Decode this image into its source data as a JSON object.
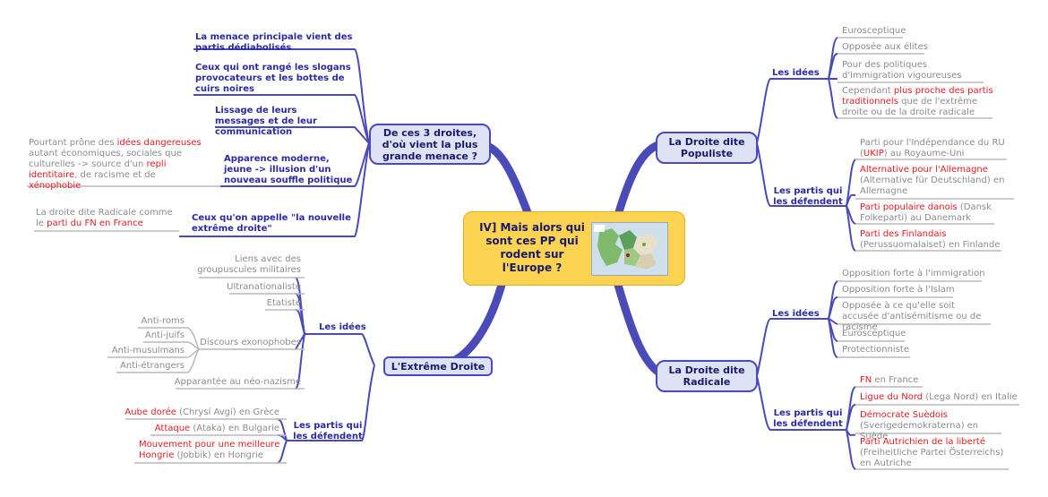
{
  "central": {
    "title": "IV] Mais alors qui sont ces PP qui rodent sur l'Europe ?",
    "image": "europe-map"
  },
  "populiste": {
    "node": "La Droite dite Populiste",
    "idees_label": "Les idées",
    "idees": [
      "Eurosceptique",
      "Opposée aux élites",
      "Pour des politiques",
      "d'immigration vigoureuses"
    ],
    "idee_cependant": {
      "prefix": "Cependant ",
      "red": "plus proche des partis traditionnels",
      "suffix": " que de l'extrême droite ou de la droite radicale"
    },
    "partis_label": "Les partis qui les défendent",
    "partis": [
      {
        "prefix": "Parti pour l'Indépendance du RU (",
        "red": "UKIP",
        "suffix": ") au Royaume-Uni"
      },
      {
        "prefix": "",
        "red": "Alternative pour l'Allemagne",
        "suffix": " (Alternative für Deutschland) en Allemagne"
      },
      {
        "prefix": "",
        "red": "Parti populaire danois",
        "suffix": " (Dansk Folkeparti) au Danemark"
      },
      {
        "prefix": "",
        "red": "Parti des Finlandais",
        "suffix": " (Perussuomalaiset) en Finlande"
      }
    ]
  },
  "radicale": {
    "node": "La Droite dite Radicale",
    "idees_label": "Les idées",
    "idees": [
      "Opposition forte à l'immigration",
      "Opposition forte à l'Islam",
      "Opposée à ce qu'elle soit accusée d'antisémitisme ou de racisme",
      "Eurosceptique",
      "Protectionniste"
    ],
    "partis_label": "Les partis qui les défendent",
    "partis": [
      {
        "red": "FN",
        "suffix": " en France"
      },
      {
        "red": "Ligue du Nord",
        "suffix": " (Lega Nord) en Italie"
      },
      {
        "red": "Démocrate Suèdois",
        "suffix": " (Sverigedemokraterna) en Suède"
      },
      {
        "red": "Parti Autrichien de la liberté",
        "suffix": " (Freiheitliche Partei Österreichs) en Autriche"
      }
    ]
  },
  "extreme": {
    "node": "L'Extrême Droite",
    "idees_label": "Les idées",
    "idees": [
      "Liens avec des groupuscules militaires",
      "Ultranationaliste",
      "Etatiste",
      "Discours exonophobes",
      "Apparantée au néo-nazisme"
    ],
    "xeno": [
      "Anti-roms",
      "Anti-juifs",
      "Anti-musulmans",
      "Anti-étrangers"
    ],
    "partis_label": "Les partis qui les défendent",
    "partis": [
      {
        "red": "Aube dorée",
        "suffix": " (Chrysí Avgí) en Grèce"
      },
      {
        "red": "Attaque",
        "suffix": " (Ataka) en Bulgarie"
      },
      {
        "red": "Mouvement pour une meilleure Hongrie",
        "suffix": " (Jobbik) en Hongrie"
      }
    ]
  },
  "menace": {
    "node": "De ces 3 droites, d'où vient la plus grande menace ?",
    "items": [
      "La menace principale vient des partis dédiabolisés",
      "Ceux qui ont rangé les slogans provocateurs et les bottes de cuirs noires",
      "Lissage de leurs messages et de leur communication",
      "Apparence moderne, jeune -> illusion  d'un nouveau souffle politique",
      "Ceux qu'on appelle \"la nouvelle extrême droite\""
    ],
    "note_apparence": {
      "p1": "Pourtant prône des ",
      "r1": "idées dangereuses",
      "p2": " autant économiques, sociales que culturelles -> source d'un ",
      "r2": "repli identitaire",
      "p3": ", de racisme et de ",
      "r3": "xénophobie"
    },
    "note_fn": {
      "p1": "La droite dite Radicale comme le ",
      "r1": "parti du FN en France"
    }
  },
  "colors": {
    "link": "#4a4ab8",
    "node_fill": "#dde2f5",
    "central_fill": "#fcd452",
    "emphasis": "#e51c23",
    "leaf_text": "#8c8c8c"
  }
}
